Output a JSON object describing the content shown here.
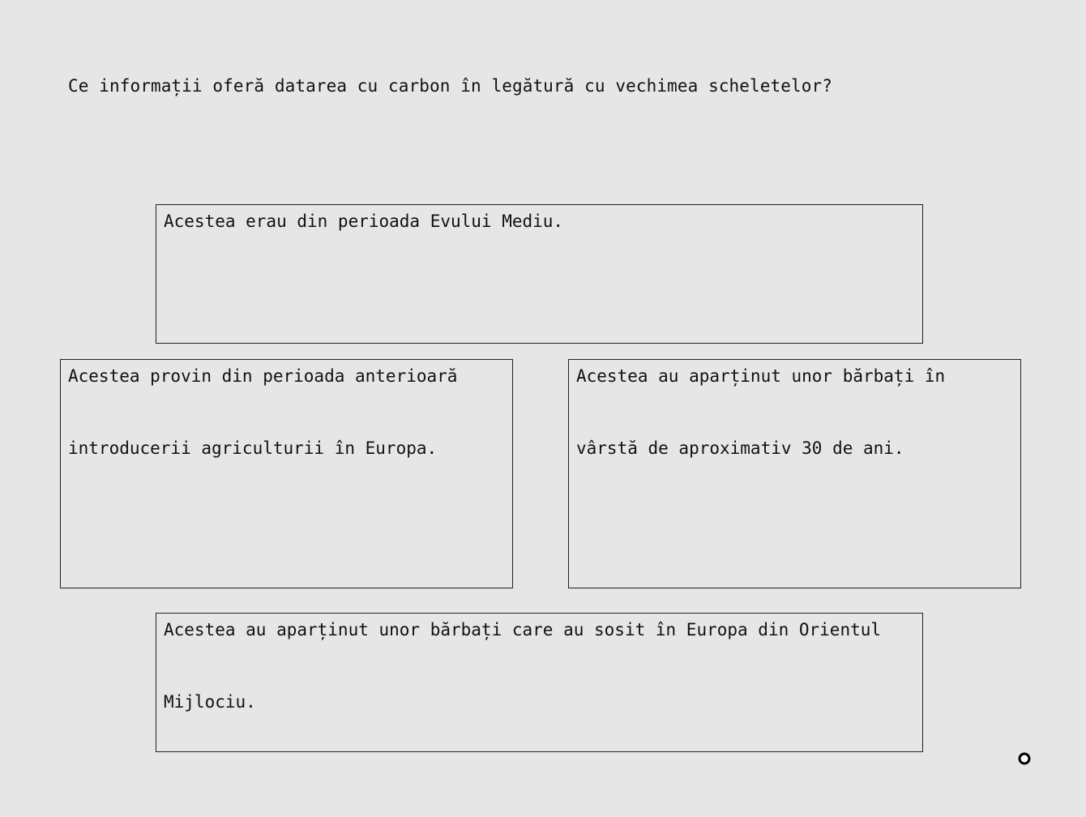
{
  "question": "Ce informații oferă datarea cu carbon în legătură cu vechimea scheletelor?",
  "options": [
    "Acestea erau din perioada Evului Mediu.",
    "Acestea provin din perioada anterioară introducerii agriculturii în Europa.",
    "Acestea au aparținut unor bărbați în vârstă de aproximativ 30 de ani.",
    "Acestea au aparținut unor bărbați care au sosit în Europa din Orientul Mijlociu."
  ],
  "cursor": {
    "icon": "ring-cursor-icon"
  }
}
